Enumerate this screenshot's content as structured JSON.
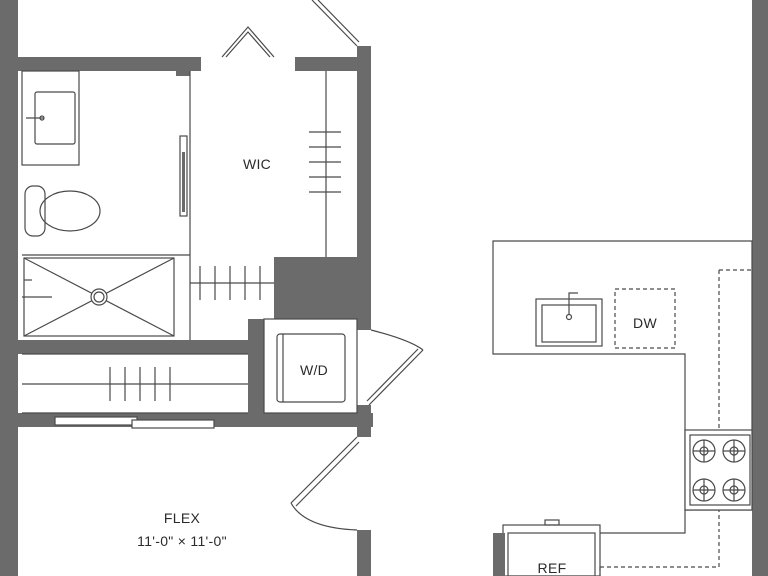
{
  "colors": {
    "wall": "#6b6b6b",
    "line": "#4a4a4a",
    "background": "#ffffff"
  },
  "rooms": {
    "wic": {
      "label": "WIC"
    },
    "laundry": {
      "label": "W/D"
    },
    "dishwasher": {
      "label": "DW"
    },
    "flex": {
      "label": "FLEX",
      "dimensions": "11'-0\" × 11'-0\""
    },
    "refrigerator": {
      "label": "REF"
    }
  },
  "fixtures": {
    "bathroom": [
      "vanity-sink",
      "toilet",
      "shower"
    ],
    "kitchen": [
      "sink",
      "dishwasher",
      "cooktop",
      "refrigerator"
    ]
  }
}
